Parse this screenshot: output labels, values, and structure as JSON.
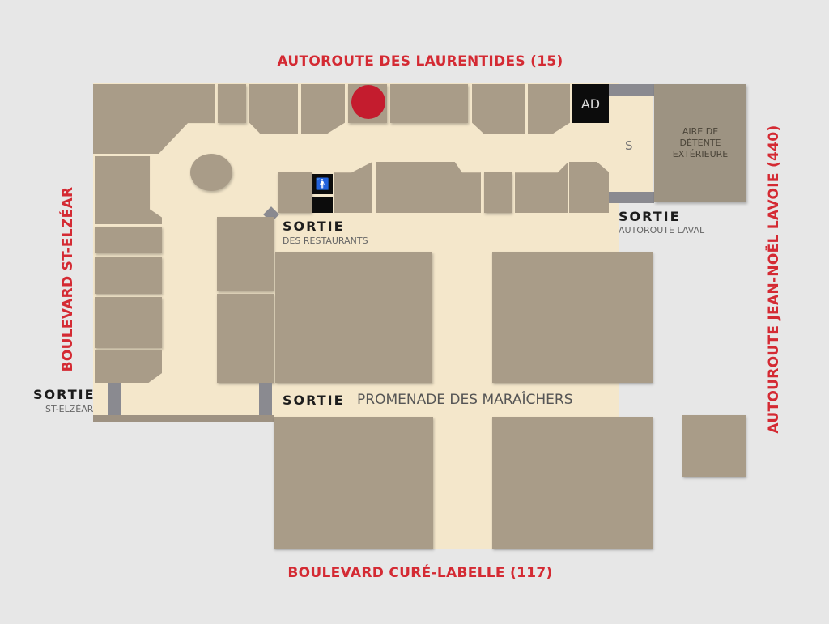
{
  "roads": {
    "north": "AUTOROUTE DES LAURENTIDES  (15)",
    "south": "BOULEVARD CURÉ-LABELLE  (117)",
    "west": "BOULEVARD ST-ELZÉAR",
    "east": "AUTOUROUTE JEAN-NOËL LAVOIE  (440)"
  },
  "exits": [
    {
      "title": "SORTIE",
      "subtitle": "DES RESTAURANTS"
    },
    {
      "title": "SORTIE",
      "subtitle": "AUTOROUTE LAVAL"
    },
    {
      "title": "SORTIE",
      "subtitle": "ST-ELZÉAR"
    },
    {
      "title": "SORTIE",
      "subtitle": "PROMENADE DES MARAÎCHERS"
    }
  ],
  "labels": {
    "ad": "AD",
    "s": "S",
    "terrace": "AIRE DE DÉTENTE EXTÉRIEURE"
  },
  "colors": {
    "road_label": "#d42a33",
    "you_are_here": "#c41c2e",
    "store": "#a99c88",
    "floor": "#f4e7cb"
  }
}
